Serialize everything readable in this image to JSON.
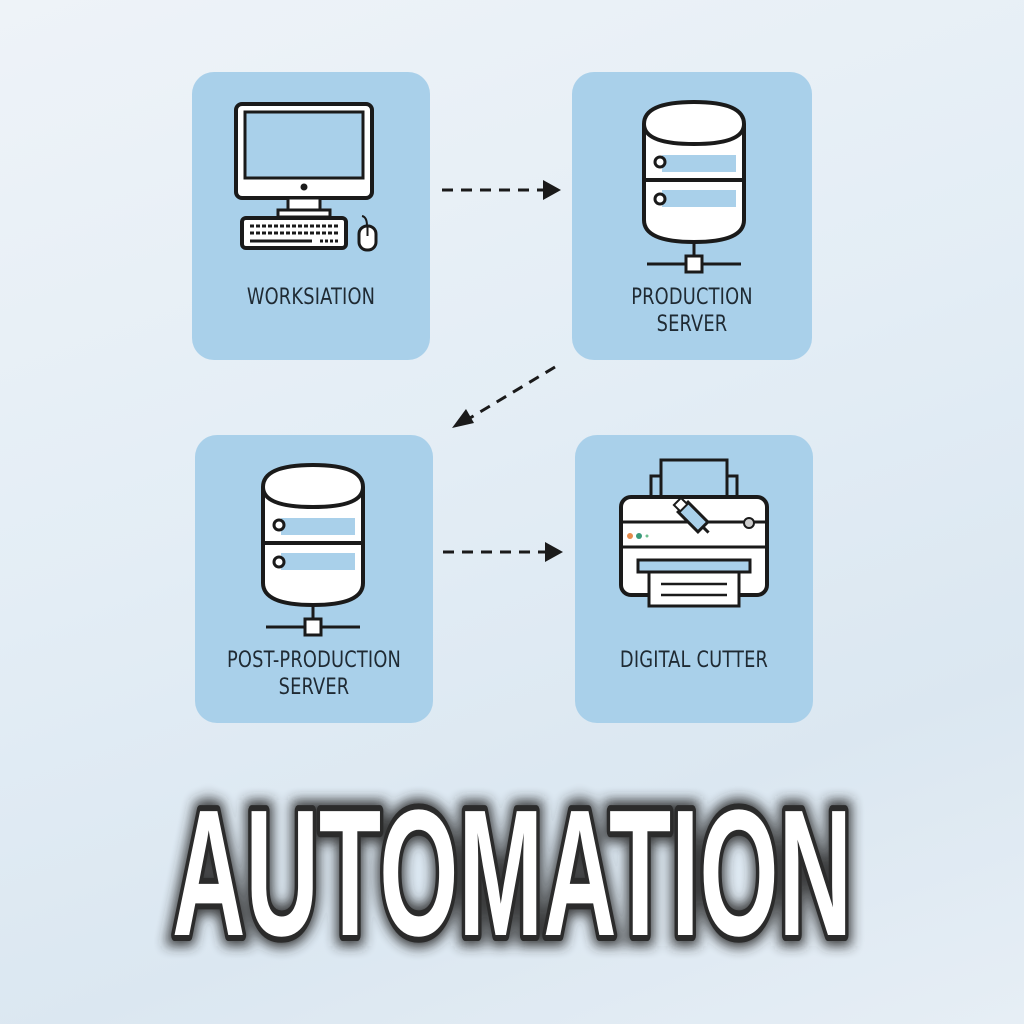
{
  "nodes": [
    {
      "id": "workstation",
      "label_lines": [
        "WORKSIATION"
      ],
      "icon": "computer-icon"
    },
    {
      "id": "production-server",
      "label_lines": [
        "PRODUCTION",
        "SERVER"
      ],
      "icon": "server-icon"
    },
    {
      "id": "post-production-server",
      "label_lines": [
        "POST-PRODUCTION",
        "SERVER"
      ],
      "icon": "server-icon"
    },
    {
      "id": "digital-cutter",
      "label_lines": [
        "DIGITAL CUTTER"
      ],
      "icon": "printer-cutter-icon"
    }
  ],
  "edges": [
    {
      "from": "workstation",
      "to": "production-server",
      "style": "dashed"
    },
    {
      "from": "production-server",
      "to": "post-production-server",
      "style": "dashed"
    },
    {
      "from": "post-production-server",
      "to": "digital-cutter",
      "style": "dashed"
    }
  ],
  "title": "AUTOMATION",
  "colors": {
    "card": "#a9d0ea",
    "stroke": "#1a1a1a",
    "title_fill": "#ffffff",
    "title_outline": "#2b2b2b"
  }
}
